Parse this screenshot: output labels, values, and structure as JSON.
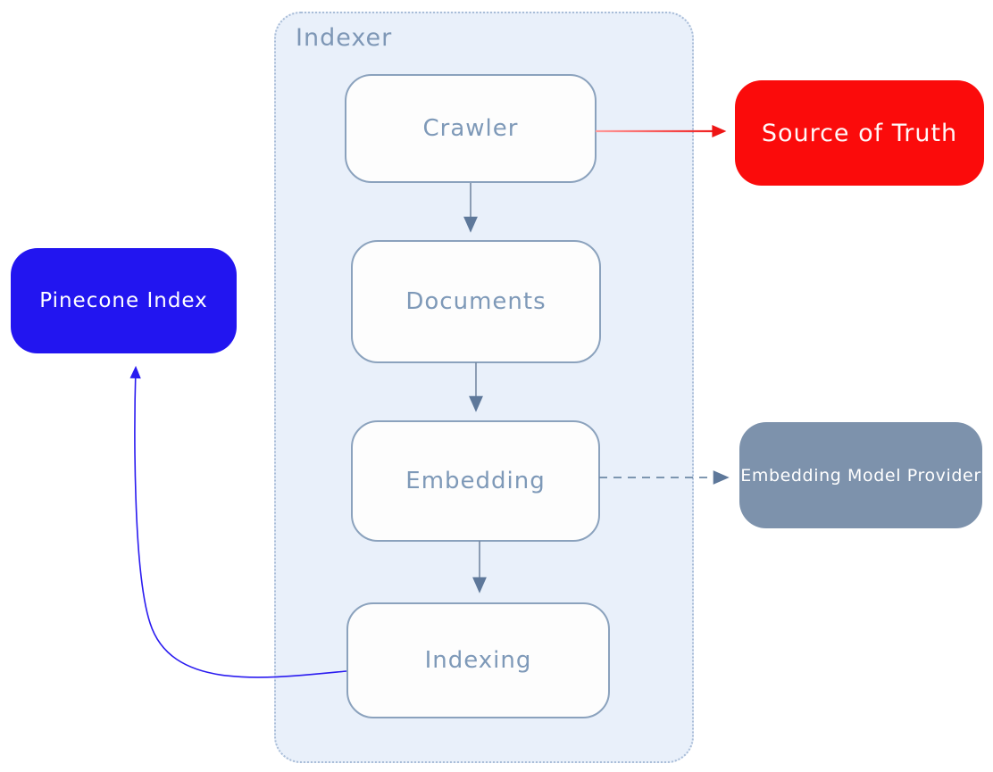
{
  "diagram": {
    "group": {
      "label": "Indexer",
      "fill": "#e9f0fa",
      "border_color": "#a9bdd8",
      "border_style": "dotted"
    },
    "nodes": {
      "crawler": {
        "label": "Crawler",
        "fill": "#fdfdfd",
        "text_color": "#7e99b8"
      },
      "documents": {
        "label": "Documents",
        "fill": "#fdfdfd",
        "text_color": "#7e99b8"
      },
      "embedding": {
        "label": "Embedding",
        "fill": "#fdfdfd",
        "text_color": "#7e99b8"
      },
      "indexing": {
        "label": "Indexing",
        "fill": "#fdfdfd",
        "text_color": "#7e99b8"
      },
      "source_of_truth": {
        "label": "Source of Truth",
        "fill": "#fb0b0b",
        "text_color": "#ffffff"
      },
      "pinecone_index": {
        "label": "Pinecone Index",
        "fill": "#2215f0",
        "text_color": "#ffffff"
      },
      "embedding_model_provider": {
        "label": "Embedding Model Provider",
        "fill": "#7d92ac",
        "text_color": "#ffffff"
      }
    },
    "edges": [
      {
        "from": "crawler",
        "to": "documents",
        "style": "solid",
        "color": "#7488a3"
      },
      {
        "from": "documents",
        "to": "embedding",
        "style": "solid",
        "color": "#7488a3"
      },
      {
        "from": "embedding",
        "to": "indexing",
        "style": "solid",
        "color": "#7488a3"
      },
      {
        "from": "crawler",
        "to": "source_of_truth",
        "style": "solid",
        "color": "#ee1515"
      },
      {
        "from": "embedding",
        "to": "embedding_model_provider",
        "style": "dashed",
        "color": "#6e89a6"
      },
      {
        "from": "indexing",
        "to": "pinecone_index",
        "style": "curved",
        "color": "#2a1bf0"
      }
    ]
  }
}
